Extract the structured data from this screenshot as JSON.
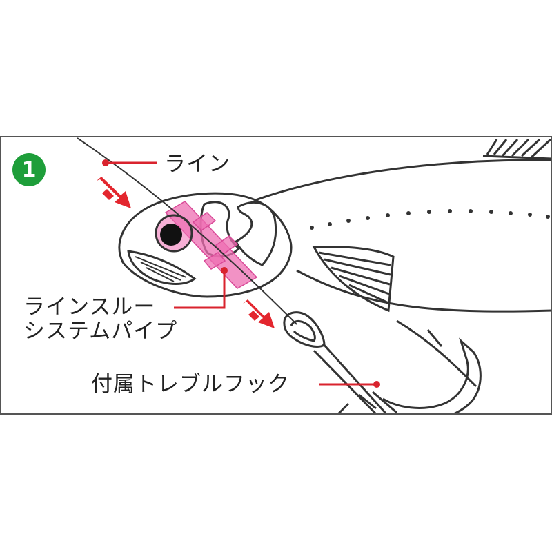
{
  "step": {
    "number": "1",
    "color": "#1e9e3a"
  },
  "labels": {
    "line": "ライン",
    "pipe_line1": "ラインスルー",
    "pipe_line2": "システムパイプ",
    "hook": "付属トレブルフック"
  },
  "colors": {
    "outline": "#333333",
    "leader": "#d9232e",
    "arrow": "#e3262e",
    "pipe": "#ee6eb2",
    "border": "#555555"
  }
}
